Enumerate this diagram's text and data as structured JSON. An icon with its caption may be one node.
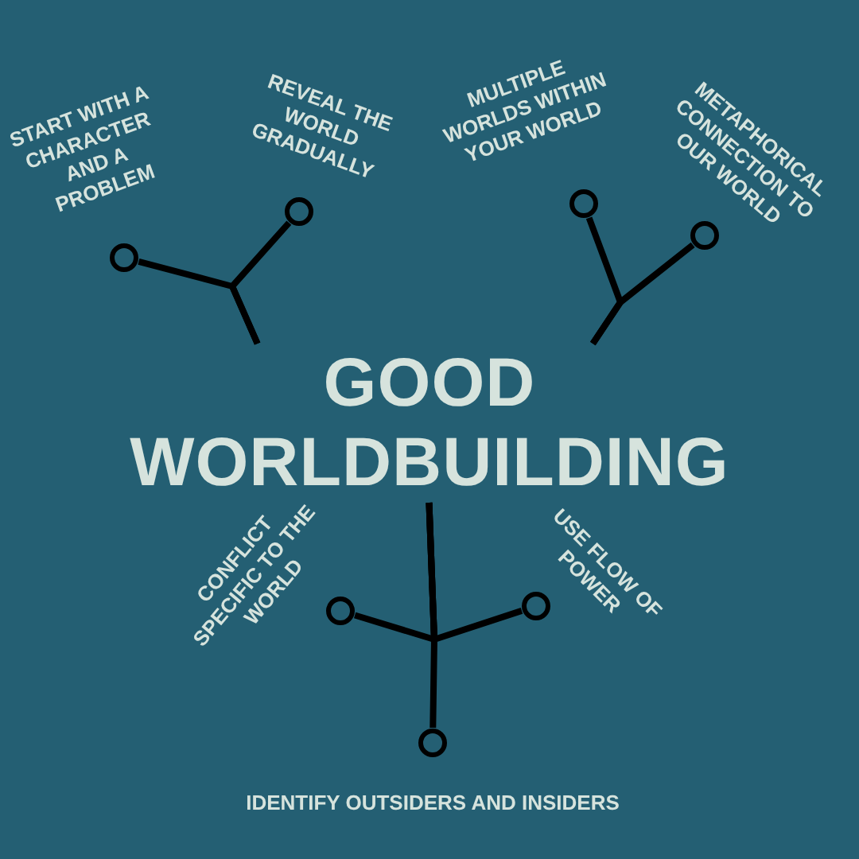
{
  "diagram": {
    "nodes": [
      {
        "text": [
          "GOOD WORLDBUILDING"
        ]
      },
      {
        "text": [],
        "shape": "circle",
        "beside": [
          "START WITH A CHARACTER AND A PROBLEM"
        ]
      },
      {
        "text": [],
        "shape": "circle",
        "beside": [
          "REVEAL THE WORLD GRADUALLY"
        ]
      },
      {
        "text": [],
        "shape": "circle",
        "beside": [
          "MULTIPLE WORLDS WITHIN YOUR WORLD"
        ]
      },
      {
        "text": [],
        "shape": "circle",
        "beside": [
          "METAPHORICAL CONNECTION TO OUR WORLD"
        ]
      },
      {
        "text": [],
        "shape": "circle",
        "beside": [
          "CONFLICT SPECIFIC TO THE WORLD"
        ]
      },
      {
        "text": [],
        "shape": "circle",
        "beside": [
          "USE FLOW OF POWER"
        ]
      },
      {
        "text": [],
        "shape": "circle",
        "beside": [
          "IDENTIFY OUTSIDERS AND INSIDERS"
        ]
      }
    ],
    "edges": [
      {
        "from": 0,
        "to": 1,
        "arrow": "none"
      },
      {
        "from": 0,
        "to": 2,
        "arrow": "none"
      },
      {
        "from": 0,
        "to": 3,
        "arrow": "none"
      },
      {
        "from": 0,
        "to": 4,
        "arrow": "none"
      },
      {
        "from": 0,
        "to": 5,
        "arrow": "none"
      },
      {
        "from": 0,
        "to": 6,
        "arrow": "none"
      },
      {
        "from": 0,
        "to": 7,
        "arrow": "none"
      }
    ]
  }
}
